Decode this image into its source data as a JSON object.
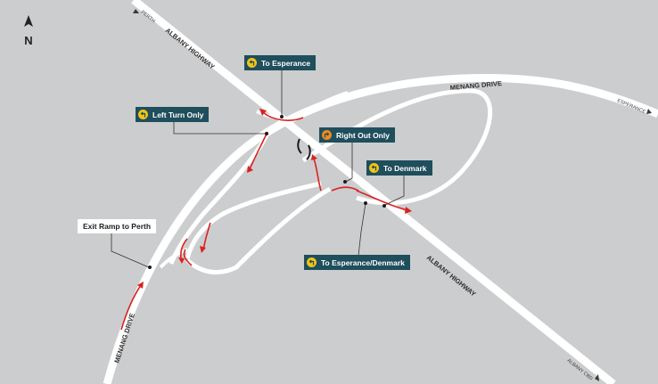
{
  "north_label": "N",
  "roads": {
    "albany_highway_upper": "ALBANY HIGHWAY",
    "albany_highway_lower": "ALBANY HIGHWAY",
    "menang_drive_upper": "MENANG DRIVE",
    "menang_drive_lower": "MENANG DRIVE"
  },
  "directions": {
    "perth": "PERTH",
    "esperance": "ESPERANCE",
    "albany_cbd": "ALBANY CBD"
  },
  "callouts": {
    "to_esperance": "To Esperance",
    "left_turn_only": "Left Turn Only",
    "right_out_only": "Right Out Only",
    "to_denmark": "To Denmark",
    "to_esperance_denmark": "To Esperance/Denmark",
    "exit_ramp_to_perth": "Exit Ramp to Perth"
  },
  "colors": {
    "background": "#cccdcf",
    "road": "#ffffff",
    "arrow": "#d9231f",
    "callout_bg": "#1f4e5c",
    "sign_yellow": "#f2c417",
    "sign_orange": "#f08a1e"
  },
  "icons": {
    "north": "north-arrow-icon",
    "turn": "turn-left-sign-icon",
    "right_out": "turn-right-sign-icon"
  }
}
